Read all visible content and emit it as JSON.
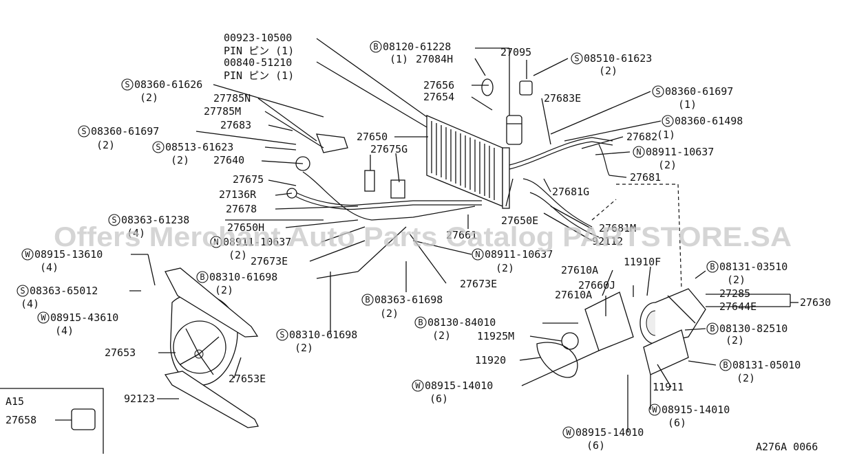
{
  "labels": {
    "pin1_no": "00923-10500",
    "pin1_name": "PIN ピン (1)",
    "pin2_no": "00840-51210",
    "pin2_name": "PIN ピン (1)",
    "b08120_61228": "08120-61228",
    "b08120_61228_q": "(1)",
    "p27084h": "27084H",
    "p27095": "27095",
    "s08510_61623": "08510-61623",
    "s08510_61623_q": "(2)",
    "p27656": "27656",
    "p27654": "27654",
    "p27683e": "27683E",
    "s08360_61697_r": "08360-61697",
    "s08360_61697_r_q": "(1)",
    "s08360_61498": "08360-61498",
    "s08360_61498_q": "(1)",
    "p27682": "27682",
    "n08911_10637_r": "08911-10637",
    "n08911_10637_r_q": "(2)",
    "p27681": "27681",
    "p27681g": "27681G",
    "s08360_61626": "08360-61626",
    "s08360_61626_q": "(2)",
    "p27785n": "27785N",
    "p27785m": "27785M",
    "p27683": "27683",
    "s08360_61697_l": "08360-61697",
    "s08360_61697_l_q": "(2)",
    "p27650": "27650",
    "s08513_61623": "08513-61623",
    "s08513_61623_q": "(2)",
    "p27675g": "27675G",
    "p27640": "27640",
    "p27675": "27675",
    "p27136r": "27136R",
    "p27678": "27678",
    "s08363_61238": "08363-61238",
    "s08363_61238_q": "(4)",
    "p27650h": "27650H",
    "n08911_10637_l": "08911-10637",
    "n08911_10637_l_q": "(2)",
    "p27673e_a": "27673E",
    "p27650e": "27650E",
    "p27661": "27661",
    "p27681m": "27681M",
    "p92112": "92112",
    "w08915_13610": "08915-13610",
    "w08915_13610_q": "(4)",
    "n08911_10637_c": "08911-10637",
    "n08911_10637_c_q": "(2)",
    "b08310_61698": "08310-61698",
    "b08310_61698_q": "(2)",
    "p27673e_b": "27673E",
    "p27610a_1": "27610A",
    "p11910f": "11910F",
    "b08131_03510": "08131-03510",
    "b08131_03510_q": "(2)",
    "s08363_65012": "08363-65012",
    "s08363_65012_q": "(4)",
    "p27660j": "27660J",
    "p27285": "27285",
    "p27610a_2": "27610A",
    "p27630": "27630",
    "p27644e": "27644E",
    "b08363_61698": "08363-61698",
    "b08363_61698_q": "(2)",
    "w08915_43610": "08915-43610",
    "w08915_43610_q": "(4)",
    "b08130_84010": "08130-84010",
    "b08130_84010_q": "(2)",
    "b08130_82510": "08130-82510",
    "b08130_82510_q": "(2)",
    "s08310_61698": "08310-61698",
    "s08310_61698_q": "(2)",
    "p11925m": "11925M",
    "p27653": "27653",
    "p11920": "11920",
    "b08131_05010": "08131-05010",
    "b08131_05010_q": "(2)",
    "p27653e": "27653E",
    "w08915_14010_a": "08915-14010",
    "w08915_14010_a_q": "(6)",
    "p11911": "11911",
    "w08915_14010_b": "08915-14010",
    "w08915_14010_b_q": "(6)",
    "p92123": "92123",
    "w08915_14010_c": "08915-14010",
    "w08915_14010_c_q": "(6)",
    "p27658": "27658"
  },
  "prefix": {
    "S": "S",
    "B": "B",
    "N": "N",
    "W": "W"
  },
  "inset": {
    "title": "A15"
  },
  "diagram_code": "A276A 0066",
  "watermark": "Offers Merchant Auto Parts Catalog PARTSTORE.SA"
}
